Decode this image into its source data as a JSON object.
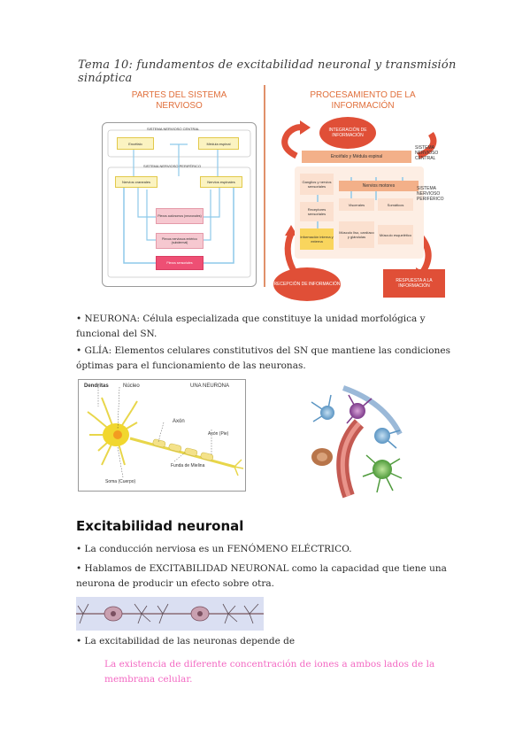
{
  "page": {
    "title": "Tema 10: fundamentos de excitabilidad neuronal y transmisión sináptica"
  },
  "figure_left": {
    "title_line1": "PARTES DEL SISTEMA",
    "title_line2": "NERVIOSO",
    "snc_label": "SISTEMA NERVIOSO CENTRAL",
    "encefalo": "Encéfalo",
    "medula": "Médula espinal",
    "snp_label": "SISTEMA NERVIOSO PERIFÉRICO",
    "nervios_craneales": "Nervios craneales",
    "nervios_espinales": "Nervios espinales",
    "plexos_autonomos": "Plexos autónomos (neuronales)",
    "plexos_enterico": "Plexos nerviosos entérico (subdermal)",
    "plexos_sensoriales": "Plexos sensoriales"
  },
  "figure_right": {
    "title_line1": "PROCESAMIENTO DE LA",
    "title_line2": "INFORMACIÓN",
    "integracion": "INTEGRACIÓN DE INFORMACIÓN",
    "encefalo_medula": "Encéfalo y Médula espinal",
    "snc_side": "SISTEMA NERVIOSO CENTRAL",
    "ganglios": "Ganglios y nervios sensoriales",
    "nervios_motores": "Nervios motores",
    "snp_side": "SISTEMA NERVIOSO PERIFÉRICO",
    "receptores": "Receptores sensoriales",
    "viscerales": "Viscerales",
    "somaticos": "Somáticos",
    "info_interna": "Información interna y externa",
    "musculo_liso": "Músculo liso, cardíaco y glándulas",
    "musculo_esqueletico": "Músculo esquelético",
    "recepcion": "RECEPCIÓN DE INFORMACIÓN",
    "respuesta": "RESPUESTA A LA INFORMACIÓN"
  },
  "bullets": {
    "neurona_1": "• NEURONA: Célula especializada que constituye la unidad morfológica y",
    "neurona_2": "funcional del SN.",
    "glia_1": "• GLÍA: Elementos celulares constitutivos del SN que mantiene las condiciones",
    "glia_2": "óptimas para el funcionamiento de las neuronas."
  },
  "neuron_diagram": {
    "caption": "UNA NEURONA",
    "dendritas": "Dendritas",
    "nucleo": "Núcleo",
    "axon": "Axón",
    "axon_term": "Axón (Pie)",
    "funda": "Funda de Mielina",
    "soma": "Soma (Cuerpo)"
  },
  "section": {
    "heading": "Excitabilidad neuronal",
    "b1": "• La conducción nerviosa es un FENÓMENO ELÉCTRICO.",
    "b2_1": "• Hablamos de EXCITABILIDAD NEURONAL como la capacidad que tiene una",
    "b2_2": "neurona de producir un efecto sobre otra.",
    "b3": "• La excitabilidad de las neuronas depende de",
    "hl_1": "La existencia de diferente concentración de iones a ambos lados de la",
    "hl_2": "membrana celular."
  },
  "colors": {
    "accent_orange": "#e06f3b",
    "highlight_pink": "#f36ac3",
    "arrow_red": "#e04f37"
  }
}
